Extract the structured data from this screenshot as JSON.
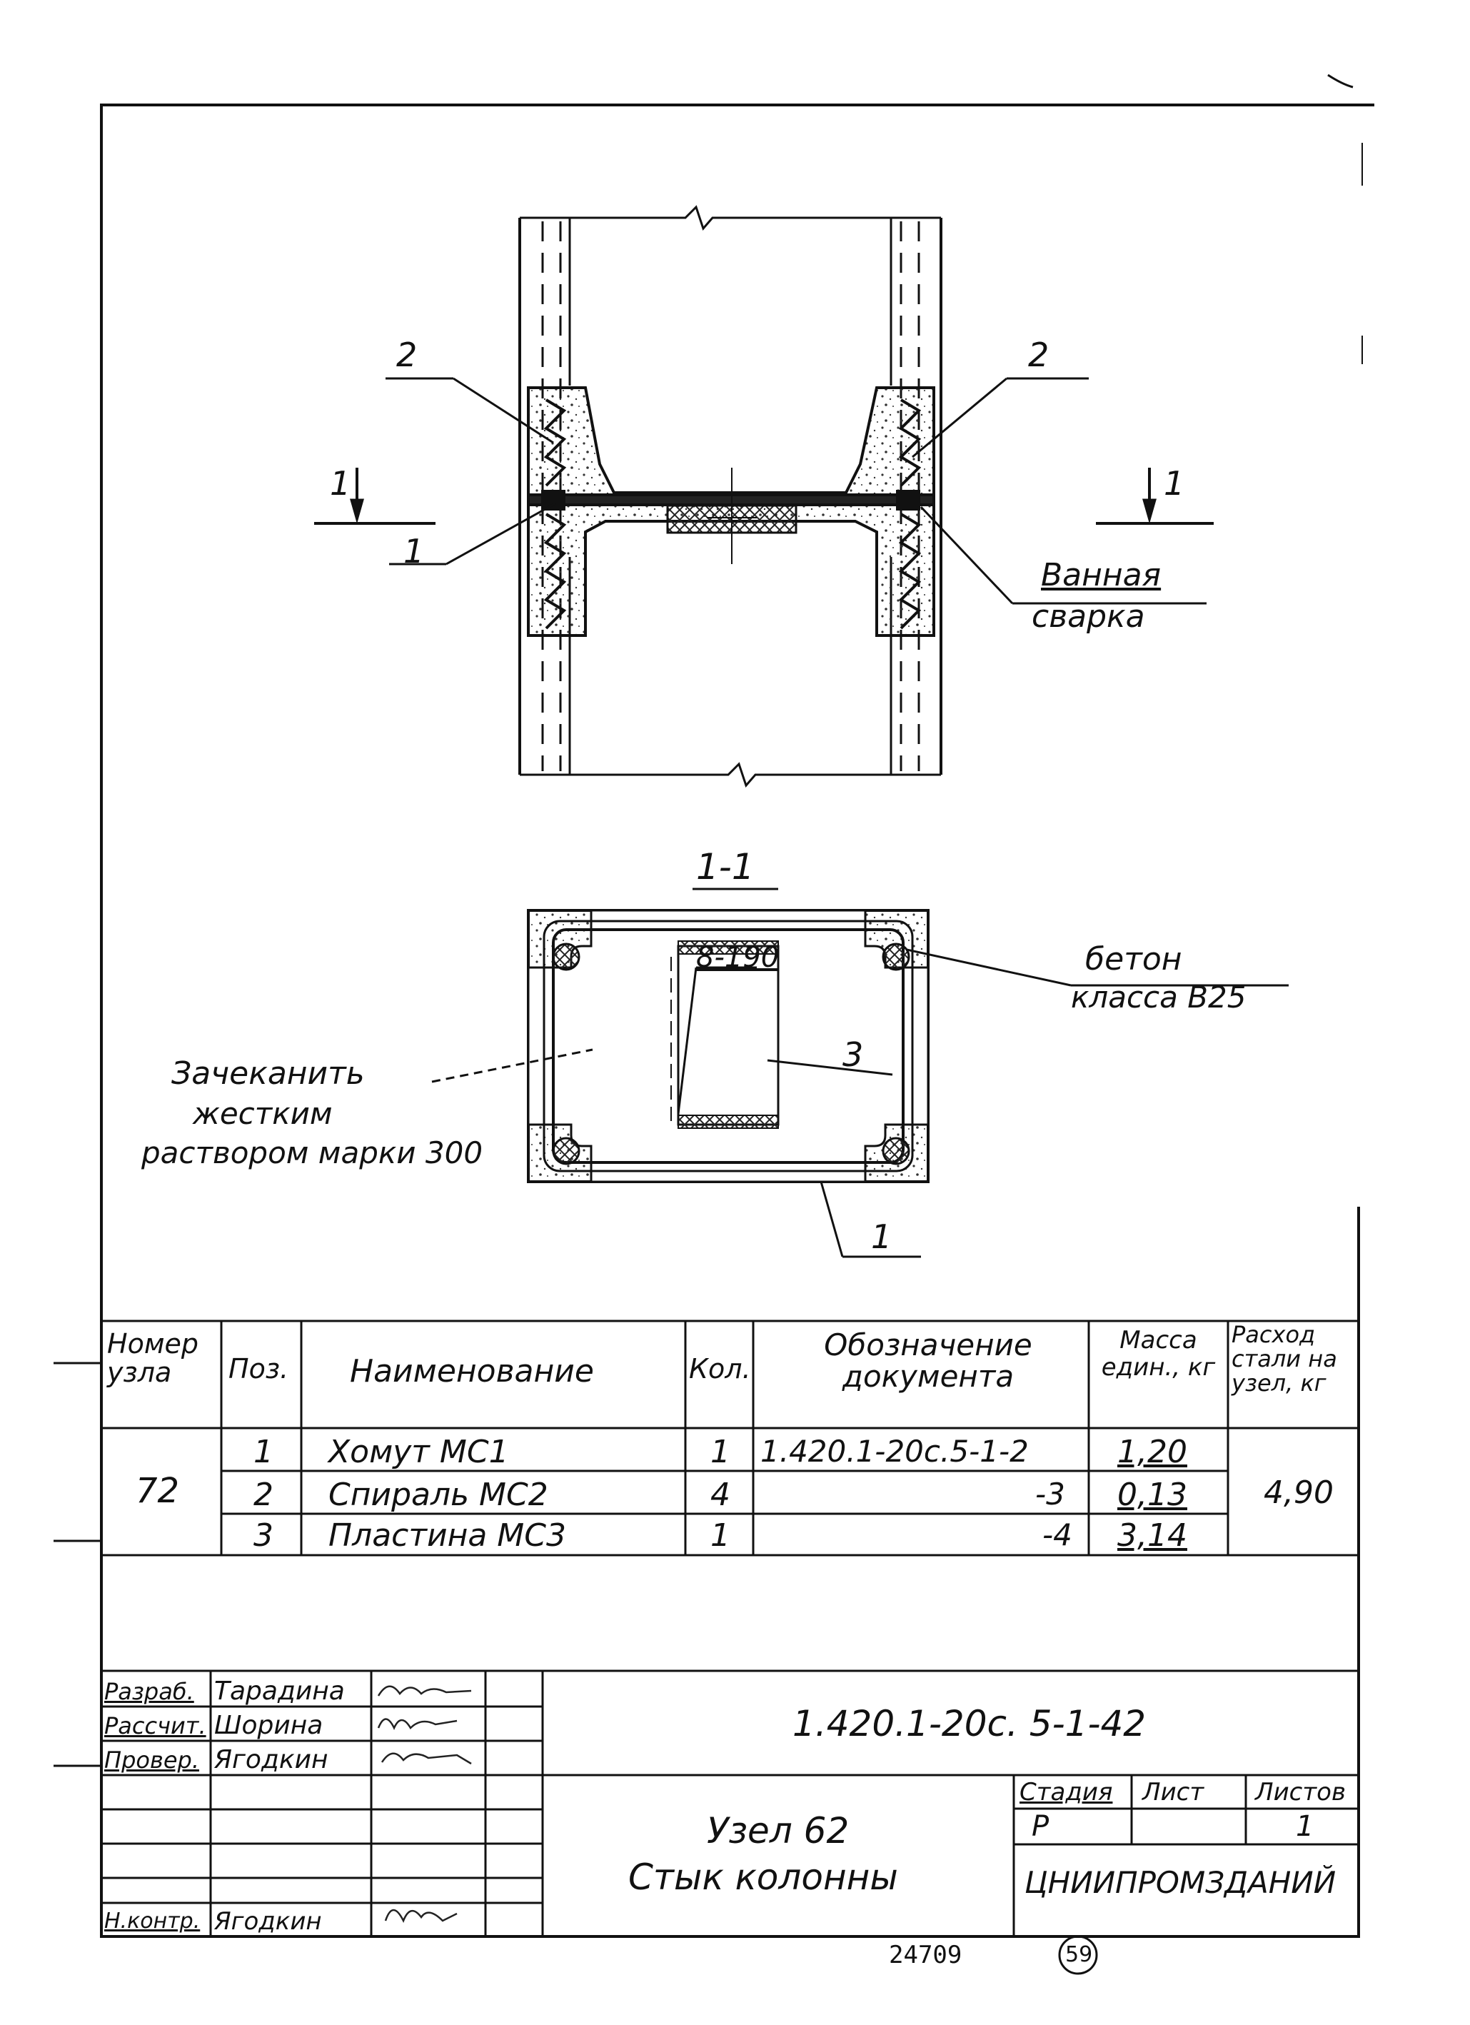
{
  "drawing": {
    "leader_labels": {
      "pos1_upper": "1",
      "pos2_left": "2",
      "pos2_right": "2",
      "section_mark_left": "1",
      "section_mark_right": "1",
      "weld_line1": "Ванная",
      "weld_line2": "сварка",
      "section_title": "1-1",
      "concrete_line1": "бетон",
      "concrete_line2": "класса В25",
      "caulk_line1": "Зачеканить",
      "caulk_line2": "жестким",
      "caulk_line3": "раствором марки 300",
      "weld_size": "8-190",
      "pos3": "3",
      "pos1_lower": "1"
    }
  },
  "spec_table": {
    "headers": {
      "node": "Номер узла",
      "pos": "Поз.",
      "name": "Наименование",
      "qty": "Кол.",
      "doc": "Обозначение документа",
      "mass": "Масса един., кг",
      "steel": "Расход стали на узел, кг"
    },
    "node_number": "72",
    "steel_total": "4,90",
    "rows": [
      {
        "pos": "1",
        "name": "Хомут МС1",
        "qty": "1",
        "doc": "1.420.1-20с.5-1-2",
        "mass": "1,20"
      },
      {
        "pos": "2",
        "name": "Спираль МС2",
        "qty": "4",
        "doc": "-3",
        "mass": "0,13"
      },
      {
        "pos": "3",
        "name": "Пластина МС3",
        "qty": "1",
        "doc": "-4",
        "mass": "3,14"
      }
    ]
  },
  "title_block": {
    "roles": [
      "Разраб.",
      "Рассчит.",
      "Провер.",
      "",
      "",
      "",
      "Н.контр."
    ],
    "names": [
      "Тарадина",
      "Шорина",
      "Ягодкин",
      "",
      "",
      "",
      "Ягодкин"
    ],
    "doc_code": "1.420.1-20с. 5-1-42",
    "title_line1": "Узел 62",
    "title_line2": "Стык колонны",
    "stage_header": "Стадия",
    "sheet_header": "Лист",
    "sheets_header": "Листов",
    "stage": "Р",
    "sheet": "",
    "sheets": "1",
    "organization": "ЦНИИПРОМЗДАНИЙ"
  },
  "footer": {
    "inventory_number": "24709",
    "page_number": "59"
  }
}
